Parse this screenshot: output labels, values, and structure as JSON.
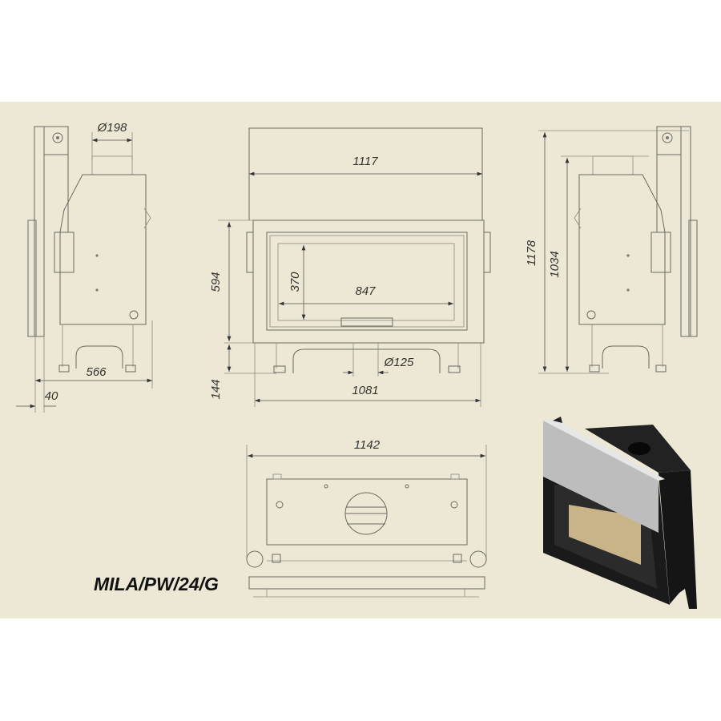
{
  "model_title": "MILA/PW/24/G",
  "dimensions": {
    "flue_side": "Ø198",
    "depth": "566",
    "flange": "40",
    "top_width": "1117",
    "front_height": "594",
    "leg_height": "144",
    "glass_height": "370",
    "glass_width": "847",
    "air_inlet": "Ø125",
    "base_width": "1081",
    "total_height": "1178",
    "body_height": "1034",
    "top_view_width": "1142"
  },
  "colors": {
    "background": "#ECE8D5",
    "line": "#6a6a62",
    "insert_body": "#1b1b1b",
    "glass_glow": "#c9b48a"
  }
}
